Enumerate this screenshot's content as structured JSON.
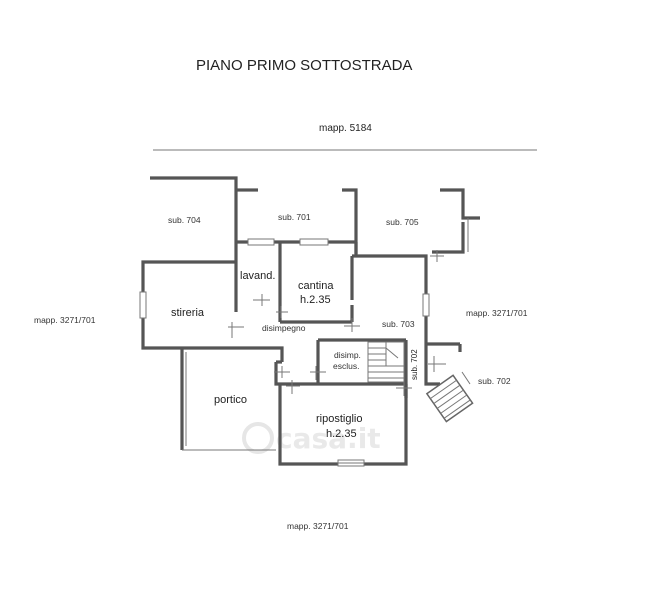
{
  "title": "PIANO PRIMO SOTTOSTRADA",
  "watermark": "casa.it",
  "parcels": {
    "top": "mapp. 5184",
    "left": "mapp. 3271/701",
    "right": "mapp. 3271/701",
    "bottom": "mapp. 3271/701"
  },
  "subs": {
    "s704": "sub. 704",
    "s701": "sub. 701",
    "s705": "sub. 705",
    "s703": "sub. 703",
    "s702_vertical": "sub. 702",
    "s702_right": "sub. 702"
  },
  "rooms": {
    "lavand": "lavand.",
    "cantina": "cantina",
    "cantina_h": "h.2.35",
    "stireria": "stireria",
    "disimpegno": "disimpegno",
    "disimp_escl_1": "disimp.",
    "disimp_escl_2": "esclus.",
    "portico": "portico",
    "ripostiglio": "ripostiglio",
    "ripostiglio_h": "h.2.35"
  }
}
